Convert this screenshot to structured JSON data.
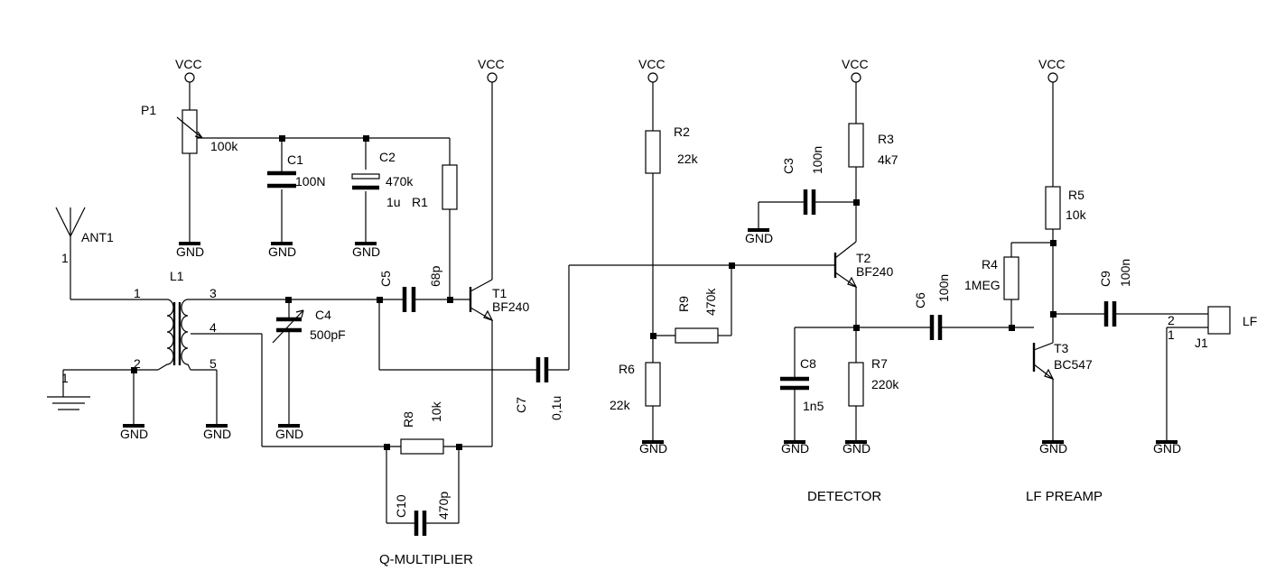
{
  "labels": {
    "vcc": "VCC",
    "gnd": "GND",
    "ant1": "ANT1",
    "p1": "P1",
    "p1_value": "100k",
    "c1": "C1",
    "c1_value": "100N",
    "c2": "C2",
    "c2_value": "1u",
    "r1": "R1",
    "r1_value": "470k",
    "l1": "L1",
    "c4": "C4",
    "c4_value": "500pF",
    "c5": "C5",
    "c5_value": "68p",
    "t1": "T1",
    "t1_value": "BF240",
    "c7": "C7",
    "c7_value": "0,1u",
    "r8": "R8",
    "r8_value": "10k",
    "c10": "C10",
    "c10_value": "470p",
    "r2": "R2",
    "r2_value": "22k",
    "r9": "R9",
    "r9_value": "470k",
    "r6": "R6",
    "r6_value": "22k",
    "c3": "C3",
    "c3_value": "100n",
    "r3": "R3",
    "r3_value": "4k7",
    "t2": "T2",
    "t2_value": "BF240",
    "c8": "C8",
    "c8_value": "1n5",
    "r7": "R7",
    "r7_value": "220k",
    "c6": "C6",
    "c6_value": "100n",
    "r4": "R4",
    "r4_value": "1MEG",
    "r5": "R5",
    "r5_value": "10k",
    "t3": "T3",
    "t3_value": "BC547",
    "c9": "C9",
    "c9_value": "100n",
    "j1": "J1",
    "lf": "LF"
  },
  "pins": {
    "p1": "1",
    "p2": "2",
    "p3": "3",
    "p4": "4",
    "p5": "5"
  },
  "sections": {
    "q_multiplier": "Q-MULTIPLIER",
    "detector": "DETECTOR",
    "lf_preamp": "LF PREAMP"
  }
}
